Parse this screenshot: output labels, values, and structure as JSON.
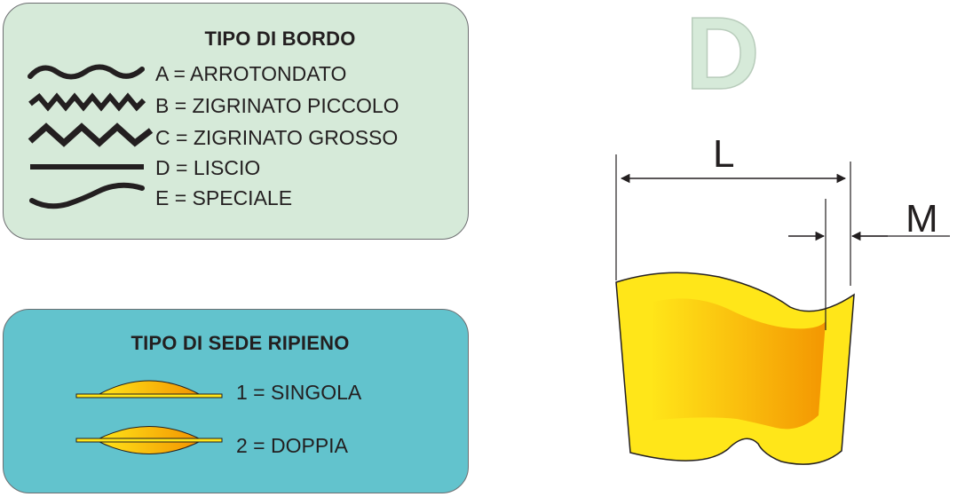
{
  "bordo": {
    "title": "TIPO DI BORDO",
    "items": [
      {
        "label": "A = ARROTONDATO",
        "icon": "wave-round-icon"
      },
      {
        "label": "B = ZIGRINATO PICCOLO",
        "icon": "zigzag-small-icon"
      },
      {
        "label": "C = ZIGRINATO GROSSO",
        "icon": "zigzag-large-icon"
      },
      {
        "label": "D = LISCIO",
        "icon": "straight-line-icon"
      },
      {
        "label": "E = SPECIALE",
        "icon": "s-curve-icon"
      }
    ]
  },
  "sede": {
    "title": "TIPO DI SEDE RIPIENO",
    "items": [
      {
        "label": "1 = SINGOLA",
        "icon": "single-lens-icon"
      },
      {
        "label": "2 = DOPPIA",
        "icon": "double-lens-icon"
      }
    ]
  },
  "diagram": {
    "type_letter": "D",
    "dim_L": "L",
    "dim_M": "M"
  },
  "colors": {
    "bordo_panel": "#d6ead9",
    "sede_panel": "#62c3cd",
    "pasta_light": "#ffe619",
    "pasta_dark": "#f39200"
  }
}
